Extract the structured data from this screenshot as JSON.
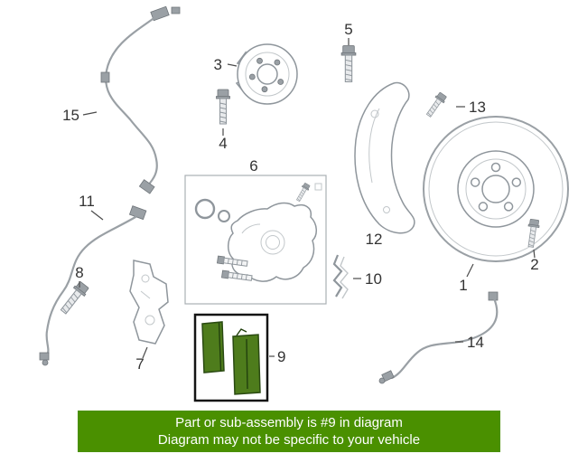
{
  "colors": {
    "banner": "#4a9000",
    "highlight": "#4e7c1c"
  },
  "banner": {
    "line1": "Part or sub-assembly is #9 in diagram",
    "line2": "Diagram may not be specific to your vehicle"
  },
  "diagram": {
    "callouts": {
      "1": "1",
      "2": "2",
      "3": "3",
      "4": "4",
      "5": "5",
      "6": "6",
      "7": "7",
      "8": "8",
      "9": "9",
      "10": "10",
      "11": "11",
      "12": "12",
      "13": "13",
      "14": "14",
      "15": "15"
    }
  }
}
